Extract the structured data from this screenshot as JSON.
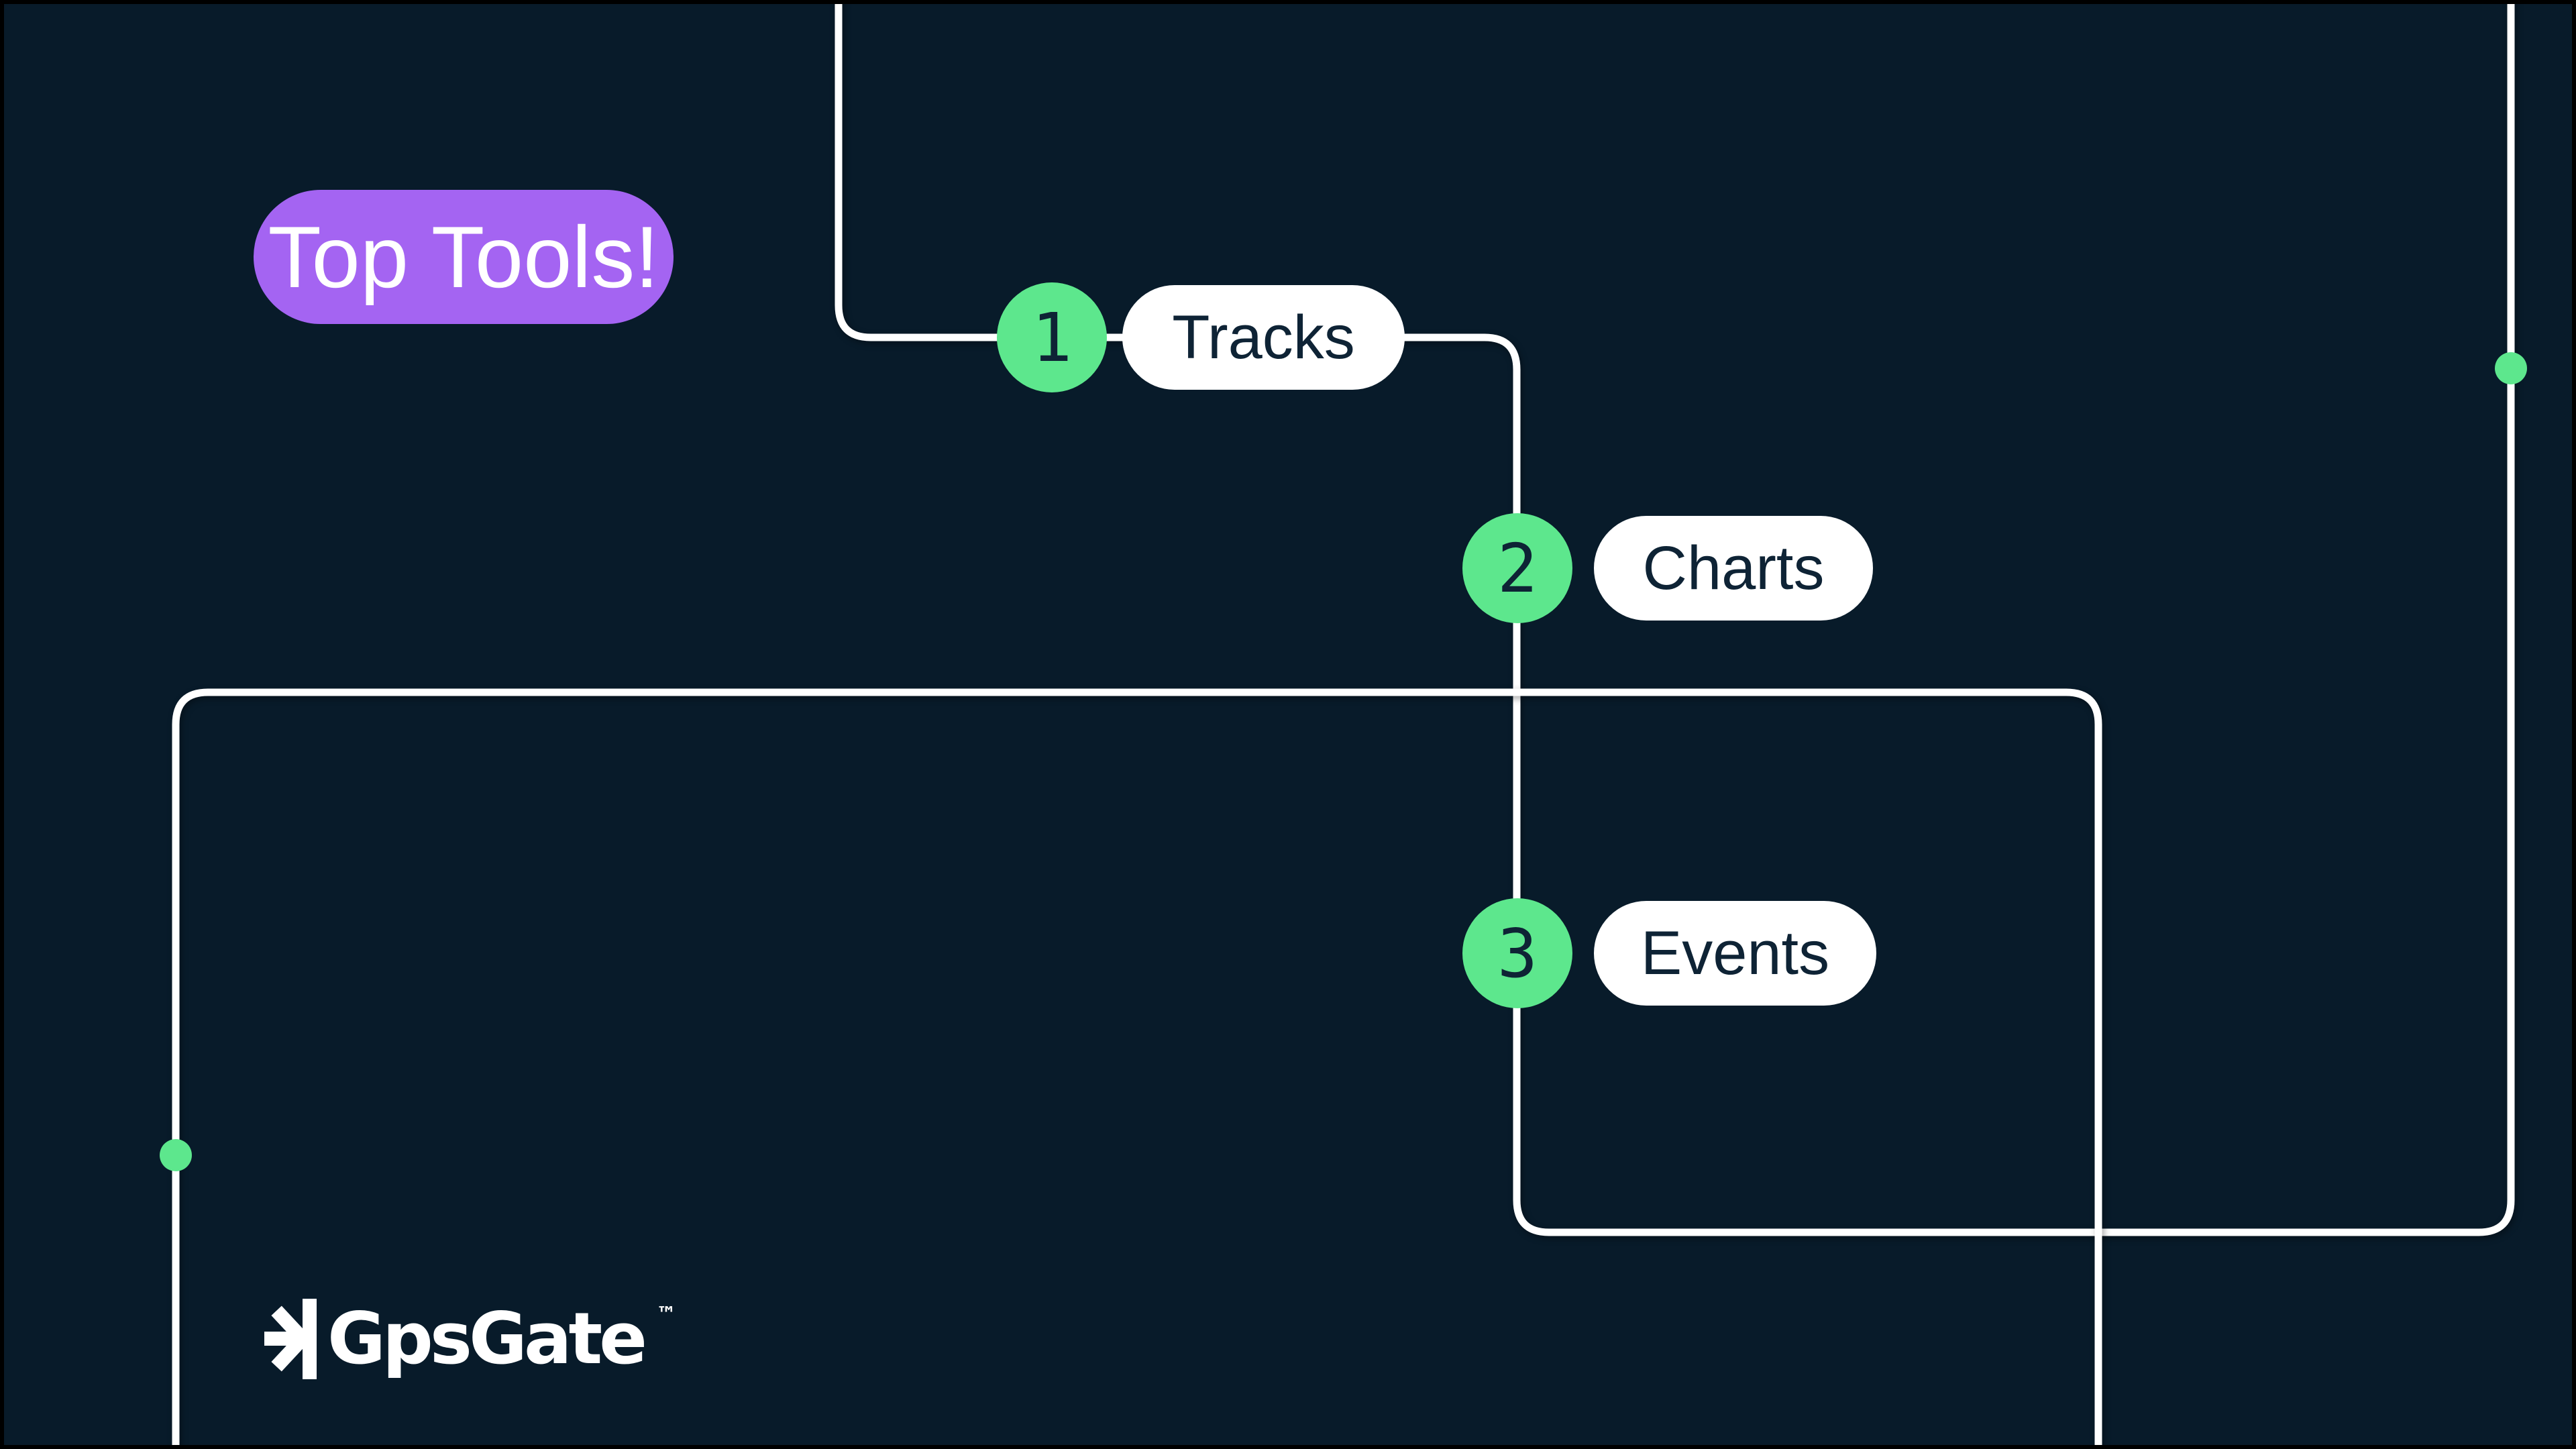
{
  "badge": {
    "label": "Top Tools!"
  },
  "steps": [
    {
      "number": "1",
      "label": "Tracks"
    },
    {
      "number": "2",
      "label": "Charts"
    },
    {
      "number": "3",
      "label": "Events"
    }
  ],
  "logo": {
    "text": "GpsGate",
    "trademark": "™"
  },
  "colors": {
    "background": "#081B2A",
    "line": "#FFFFFF",
    "accent_green": "#5DE78D",
    "accent_purple": "#A464F2",
    "dark_text": "#0E2335"
  }
}
